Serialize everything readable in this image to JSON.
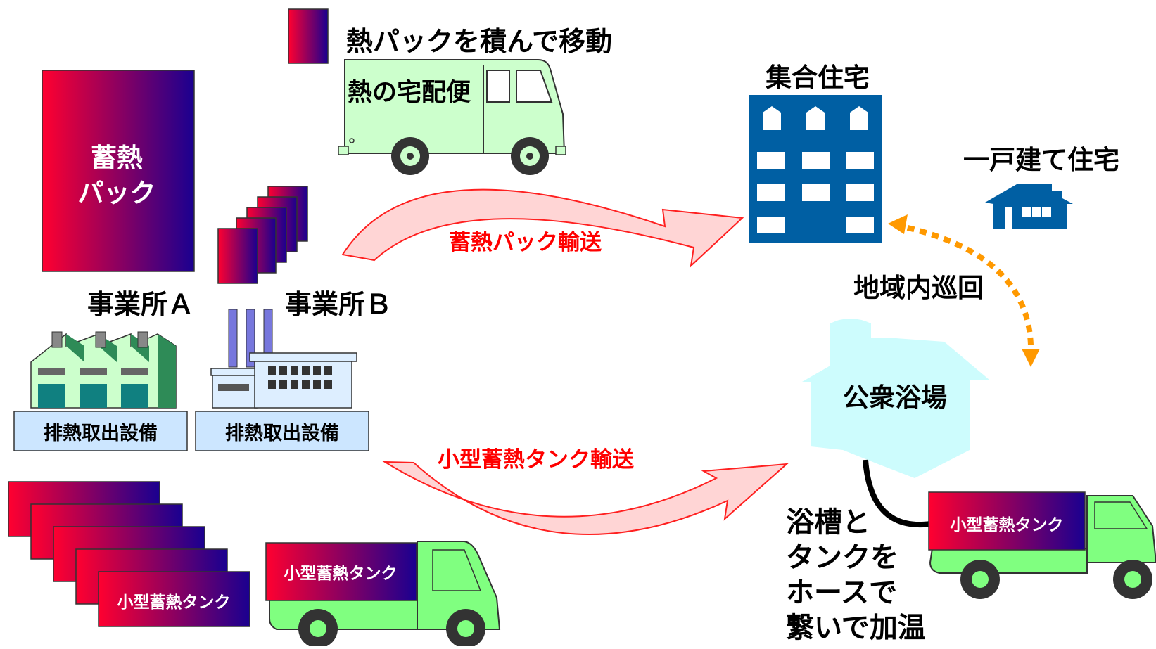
{
  "labels": {
    "heat_pack_legend": "熱パックを積んで移動",
    "van_label": "熱の宅配便",
    "big_pack": [
      "蓄熱",
      "パック"
    ],
    "office_a": "事業所Ａ",
    "office_b": "事業所Ｂ",
    "exhaust_a": "排熱取出設備",
    "exhaust_b": "排熱取出設備",
    "pack_transport": "蓄熱パック輸送",
    "tank_transport": "小型蓄熱タンク輸送",
    "apartment": "集合住宅",
    "detached_house": "一戸建て住宅",
    "local_patrol": "地域内巡回",
    "bathhouse": "公衆浴場",
    "hose_note": [
      "浴槽と",
      "タンクを",
      "ホースで",
      "繋いで加温"
    ],
    "small_tank_stack": "小型蓄熱タンク",
    "small_tank_truck": "小型蓄熱タンク",
    "small_tank_truck_right": "小型蓄熱タンク"
  },
  "colors": {
    "gradient_start": "#ff0030",
    "gradient_end": "#1a0090",
    "arrow_fill": "#ffd5d5",
    "arrow_stroke": "#ff2020",
    "emphasis_text": "#ff0000",
    "van_body": "#ccffcc",
    "truck_body": "#80ff80",
    "wheel": "#333333",
    "building_blue": "#005fa3",
    "bathhouse_fill": "#cdfcfd",
    "patrol_arrow": "#ff9900",
    "factory_a_fill": "#ccffcc",
    "factory_a_dark": "#2e8b57",
    "factory_b_fill": "#ddeeff",
    "exhaust_box": "#cce6ff",
    "smokestack": "#7777dd"
  },
  "icons": [
    "heat-pack-icon",
    "delivery-van-icon",
    "factory-a-icon",
    "factory-b-icon",
    "apartment-building-icon",
    "house-icon",
    "bathhouse-icon",
    "truck-icon",
    "curved-arrow-icon",
    "dotted-double-arrow-icon"
  ]
}
